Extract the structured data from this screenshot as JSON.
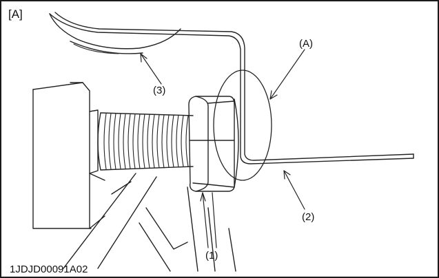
{
  "figure": {
    "panel_label": "[A]",
    "figure_id": "1JDJD00091A02",
    "callouts": {
      "detail_a": "(A)",
      "part_1": "(1)",
      "part_2": "(2)",
      "part_3": "(3)"
    },
    "line_color": "#222222",
    "background_color": "#ffffff"
  }
}
